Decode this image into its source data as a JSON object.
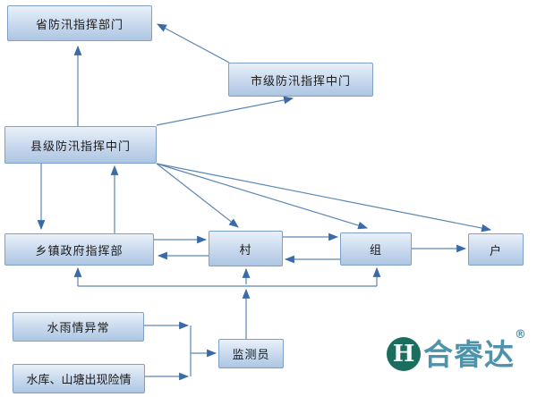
{
  "diagram": {
    "nodes": {
      "province": {
        "label": "省防汛指挥部门"
      },
      "city": {
        "label": "市级防汛指挥中门"
      },
      "county": {
        "label": "县级防汛指挥中门"
      },
      "township": {
        "label": "乡镇政府指挥部"
      },
      "village": {
        "label": "村"
      },
      "group": {
        "label": "组"
      },
      "household": {
        "label": "户"
      },
      "water_rain_abnormal": {
        "label": "水雨情异常"
      },
      "reservoir_danger": {
        "label": "水库、山塘出现险情"
      },
      "monitor": {
        "label": "监测员"
      }
    },
    "edges": [
      {
        "from": "county",
        "to": "province"
      },
      {
        "from": "city",
        "to": "province"
      },
      {
        "from": "county",
        "to": "city"
      },
      {
        "from": "county",
        "to": "township"
      },
      {
        "from": "township",
        "to": "county"
      },
      {
        "from": "county",
        "to": "village"
      },
      {
        "from": "county",
        "to": "group"
      },
      {
        "from": "county",
        "to": "household"
      },
      {
        "from": "township",
        "to": "village"
      },
      {
        "from": "village",
        "to": "township"
      },
      {
        "from": "village",
        "to": "group"
      },
      {
        "from": "group",
        "to": "village"
      },
      {
        "from": "group",
        "to": "household"
      },
      {
        "from": "monitor",
        "to": "village"
      },
      {
        "from": "monitor",
        "to": "township"
      },
      {
        "from": "monitor",
        "to": "group"
      },
      {
        "from": "water_rain_abnormal",
        "to": "monitor"
      },
      {
        "from": "reservoir_danger",
        "to": "monitor"
      }
    ],
    "colors": {
      "node_fill_top": "#e9f1f9",
      "node_fill_bottom": "#adc6e3",
      "node_border": "#7ca0c7",
      "connector": "#5b87b5",
      "arrowhead": "#3a6ba8",
      "text": "#1a1a1a"
    }
  },
  "logo": {
    "brand_text": "合睿达",
    "registered_mark": "®",
    "icon_letter": "H",
    "icon_color": "#1b6e5e",
    "text_color": "#4f93ab"
  }
}
